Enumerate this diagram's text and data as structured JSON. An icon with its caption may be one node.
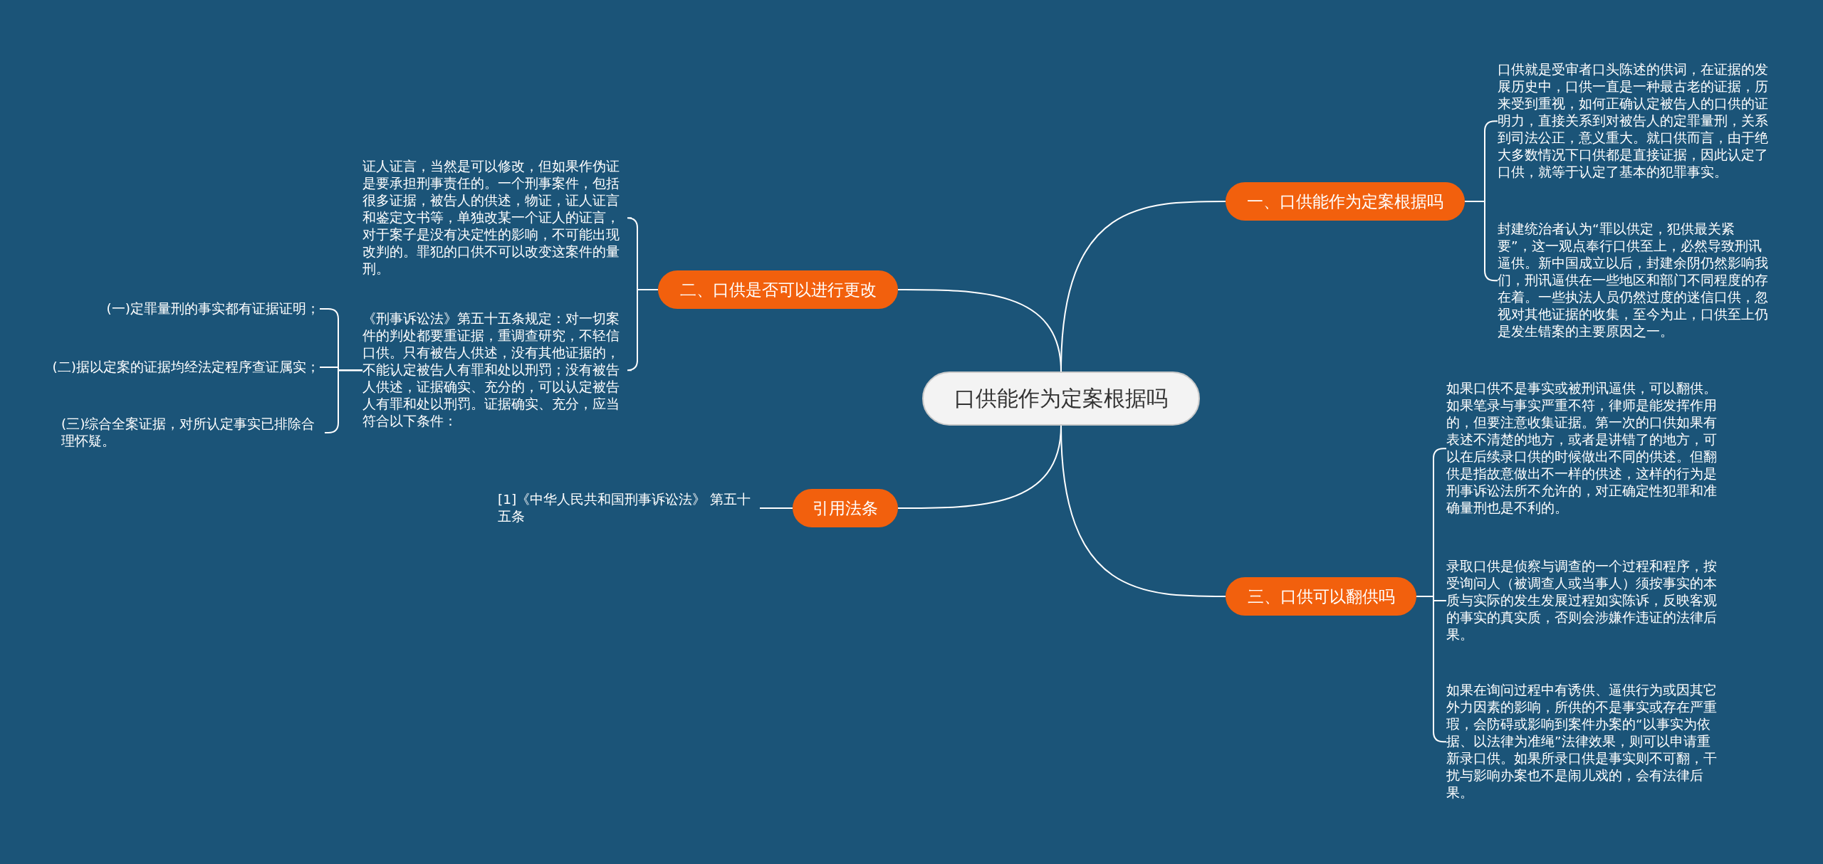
{
  "diagram": {
    "nodes": [
      {
        "text": [
          "口供能作为定案根据吗"
        ]
      },
      {
        "text": [
          "一、口供能作为定案根据吗"
        ]
      },
      {
        "text": [
          "口供就是受审者口头陈述的供词，在证据的发展历史中，口供一直是一种最古老的证据，历来受到重视，如何正确认定被告人的口供的证明力，直接关系到对被告人的定罪量刑，关系到司法公正，意义重大。就口供而言，由于绝大多数情况下口供都是直接证据，因此认定了口供，就等于认定了基本的犯罪事实。"
        ]
      },
      {
        "text": [
          "封建统治者认为“罪以供定，犯供最关紧要”，这一观点奉行口供至上，必然导致刑讯逼供。新中国成立以后，封建余阴仍然影响我们，刑讯逼供在一些地区和部门不同程度的存在着。一些执法人员仍然过度的迷信口供，忽视对其他证据的收集，至今为止，口供至上仍是发生错案的主要原因之一。"
        ]
      },
      {
        "text": [
          "二、口供是否可以进行更改"
        ]
      },
      {
        "text": [
          "证人证言，当然是可以修改，但如果作伪证是要承担刑事责任的。一个刑事案件，包括很多证据，被告人的供述，物证，证人证言和鉴定文书等，单独改某一个证人的证言，对于案子是没有决定性的影响，不可能出现改判的。罪犯的口供不可以改变这案件的量刑。"
        ]
      },
      {
        "text": [
          "《刑事诉讼法》第五十五条规定：对一切案件的判处都要重证据，重调查研究，不轻信口供。只有被告人供述，没有其他证据的，不能认定被告人有罪和处以刑罚；没有被告人供述，证据确实、充分的，可以认定被告人有罪和处以刑罚。证据确实、充分，应当符合以下条件："
        ]
      },
      {
        "text": [
          "(一)定罪量刑的事实都有证据证明；"
        ]
      },
      {
        "text": [
          "(二)据以定案的证据均经法定程序查证属实；"
        ]
      },
      {
        "text": [
          "(三)综合全案证据，对所认定事实已排除合理怀疑。"
        ]
      },
      {
        "text": [
          "引用法条"
        ]
      },
      {
        "text": [
          "[1]《中华人民共和国刑事诉讼法》 第五十五条"
        ]
      },
      {
        "text": [
          "三、口供可以翻供吗"
        ]
      },
      {
        "text": [
          "如果口供不是事实或被刑讯逼供，可以翻供。如果笔录与事实严重不符，律师是能发挥作用的，但要注意收集证据。第一次的口供如果有表述不清楚的地方，或者是讲错了的地方，可以在后续录口供的时候做出不同的供述。但翻供是指故意做出不一样的供述，这样的行为是刑事诉讼法所不允许的，对正确定性犯罪和准确量刑也是不利的。"
        ]
      },
      {
        "text": [
          "录取口供是侦察与调查的一个过程和程序，按受询问人（被调查人或当事人）须按事实的本质与实际的发生发展过程如实陈诉，反映客观的事实的真实质，否则会涉嫌作违证的法律后果。"
        ]
      },
      {
        "text": [
          "如果在询问过程中有诱供、逼供行为或因其它外力因素的影响，所供的不是事实或存在严重瑕，会防碍或影响到案件办案的“以事实为依据、以法律为准绳”法律效果，则可以申请重新录口供。如果所录口供是事实则不可翻，干扰与影响办案也不是闹儿戏的，会有法律后果。"
        ]
      }
    ],
    "edges": [
      {
        "from": 0,
        "to": 1,
        "arrow": "none"
      },
      {
        "from": 1,
        "to": 2,
        "arrow": "none"
      },
      {
        "from": 1,
        "to": 3,
        "arrow": "none"
      },
      {
        "from": 0,
        "to": 4,
        "arrow": "none"
      },
      {
        "from": 4,
        "to": 5,
        "arrow": "none"
      },
      {
        "from": 4,
        "to": 6,
        "arrow": "none"
      },
      {
        "from": 6,
        "to": 7,
        "arrow": "none"
      },
      {
        "from": 6,
        "to": 8,
        "arrow": "none"
      },
      {
        "from": 6,
        "to": 9,
        "arrow": "none"
      },
      {
        "from": 0,
        "to": 10,
        "arrow": "none"
      },
      {
        "from": 10,
        "to": 11,
        "arrow": "none"
      },
      {
        "from": 0,
        "to": 12,
        "arrow": "none"
      },
      {
        "from": 12,
        "to": 13,
        "arrow": "none"
      },
      {
        "from": 12,
        "to": 14,
        "arrow": "none"
      },
      {
        "from": 12,
        "to": 15,
        "arrow": "none"
      }
    ]
  }
}
